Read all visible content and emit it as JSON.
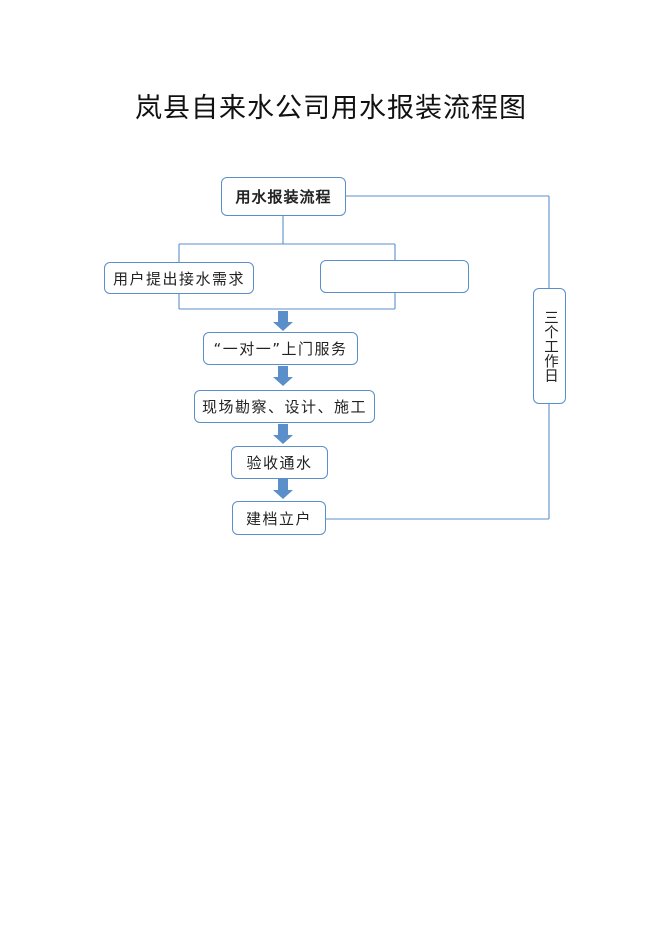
{
  "title": "岚县自来水公司用水报装流程图",
  "flow": {
    "main": "用水报装流程",
    "apply": "用户提出接水需求",
    "blank": "",
    "service": "“一对一”上门服务",
    "survey": "现场勘察、设计、施工",
    "accept": "验收通水",
    "archive": "建档立户",
    "duration": "三个工作日"
  },
  "colors": {
    "border": "#5b8fc9",
    "arrow": "#5b8fc9"
  }
}
